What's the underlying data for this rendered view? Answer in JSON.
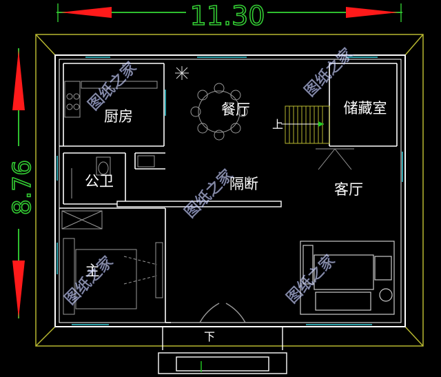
{
  "dimensions": {
    "width_label": "11.30",
    "height_label": "8.76"
  },
  "rooms": {
    "kitchen": "厨房",
    "dining": "餐厅",
    "storage": "储藏室",
    "bathroom": "公卫",
    "partition": "隔断",
    "living": "客厅",
    "bedroom": "主"
  },
  "stair_label": "上",
  "entrance_label": "下",
  "watermark": "图纸之家",
  "colors": {
    "background": "#000000",
    "wall": "#ffffff",
    "outline": "#b8b830",
    "dimension_text": "#33cc33",
    "dimension_arrow": "#ff1a1a",
    "window": "#2a9fa8",
    "furniture": "#9a9a9a"
  }
}
